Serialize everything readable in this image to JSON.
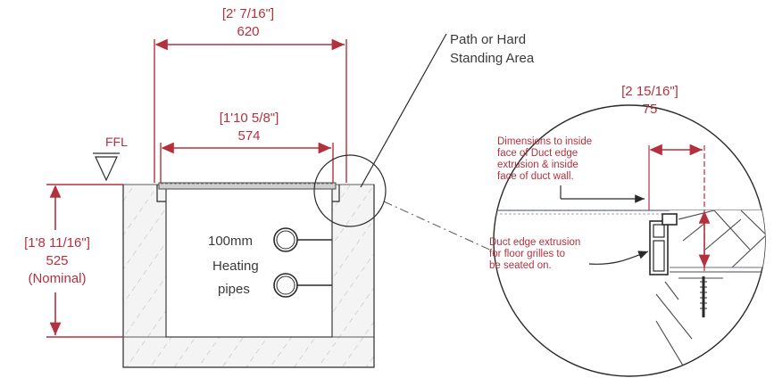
{
  "dimensions": {
    "top_width_imperial": "[2' 7/16\"]",
    "top_width_metric": "620",
    "inner_width_imperial": "[1'10 5/8\"]",
    "inner_width_metric": "574",
    "depth_imperial": "[1'8 11/16\"]",
    "depth_metric": "525",
    "depth_note": "(Nominal)",
    "detail_imperial": "[2 15/16\"]",
    "detail_metric": "75"
  },
  "labels": {
    "ffl": "FFL",
    "path_line1": "Path or Hard",
    "path_line2": "Standing Area",
    "pipes_line1": "100mm",
    "pipes_line2": "Heating",
    "pipes_line3": "pipes"
  },
  "detail_notes": {
    "inside_face": [
      "Dimensions to inside",
      "face of Duct edge",
      "extrusion & inside",
      "face of duct wall."
    ],
    "extrusion": [
      "Duct edge extrusion",
      "for floor grilles to",
      "be seated on."
    ]
  },
  "colors": {
    "dimension": "#b5303d",
    "linework": "#2a2a2a",
    "hatch": "#9a9a9a",
    "fill": "#f3f3f3"
  }
}
